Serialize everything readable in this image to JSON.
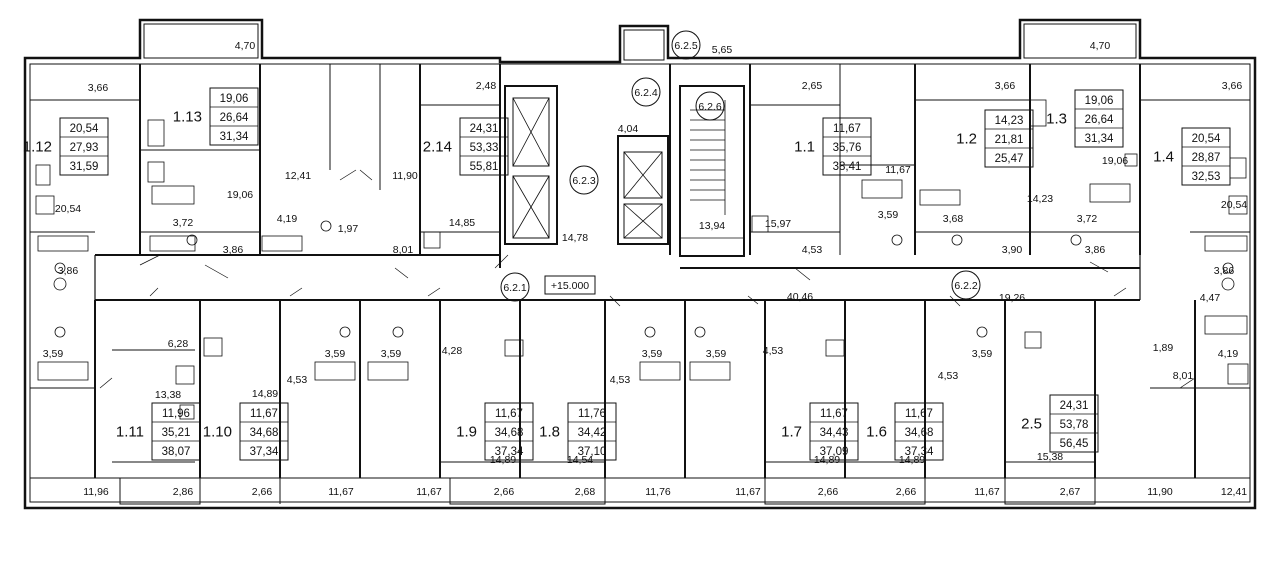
{
  "plan": {
    "level_mark": "+15.000",
    "stair_tags": [
      "6.2.5",
      "6.2.4",
      "6.2.6",
      "6.2.3",
      "6.2.1",
      "6.2.2"
    ],
    "apartments": [
      {
        "id": "1.12",
        "areas": [
          "20,54",
          "27,93",
          "31,59"
        ]
      },
      {
        "id": "1.13",
        "areas": [
          "19,06",
          "26,64",
          "31,34"
        ]
      },
      {
        "id": "2.14",
        "areas": [
          "24,31",
          "53,33",
          "55,81"
        ]
      },
      {
        "id": "1.1",
        "areas": [
          "11,67",
          "35,76",
          "38,41"
        ]
      },
      {
        "id": "1.2",
        "areas": [
          "14,23",
          "21,81",
          "25,47"
        ]
      },
      {
        "id": "1.3",
        "areas": [
          "19,06",
          "26,64",
          "31,34"
        ]
      },
      {
        "id": "1.4",
        "areas": [
          "20,54",
          "28,87",
          "32,53"
        ]
      },
      {
        "id": "1.11",
        "areas": [
          "11,96",
          "35,21",
          "38,07"
        ]
      },
      {
        "id": "1.10",
        "areas": [
          "11,67",
          "34,68",
          "37,34"
        ]
      },
      {
        "id": "1.9",
        "areas": [
          "11,67",
          "34,68",
          "37,34"
        ]
      },
      {
        "id": "1.8",
        "areas": [
          "11,76",
          "34,42",
          "37,10"
        ]
      },
      {
        "id": "1.7",
        "areas": [
          "11,67",
          "34,43",
          "37,09"
        ]
      },
      {
        "id": "1.6",
        "areas": [
          "11,67",
          "34,68",
          "37,34"
        ]
      },
      {
        "id": "2.5",
        "areas": [
          "24,31",
          "53,78",
          "56,45"
        ]
      }
    ],
    "room_labels": [
      "4,70",
      "5,65",
      "4,70",
      "3,66",
      "2,48",
      "2,65",
      "3,66",
      "3,66",
      "4,04",
      "12,41",
      "11,90",
      "11,67",
      "19,06",
      "19,06",
      "14,23",
      "20,54",
      "20,54",
      "4,19",
      "1,97",
      "3,72",
      "14,85",
      "14,78",
      "13,94",
      "15,97",
      "3,59",
      "3,68",
      "3,72",
      "3,86",
      "8,01",
      "4,53",
      "3,90",
      "3,86",
      "3,86",
      "3,86",
      "40,46",
      "19,26",
      "4,47",
      "6,28",
      "3,59",
      "3,59",
      "3,59",
      "3,59",
      "3,59",
      "3,59",
      "1,89",
      "4,19",
      "4,53",
      "4,28",
      "4,53",
      "4,53",
      "4,53",
      "8,01",
      "13,38",
      "14,89",
      "14,89",
      "14,54",
      "14,89",
      "14,89",
      "15,38",
      "11,96",
      "2,86",
      "2,66",
      "11,67",
      "11,67",
      "2,66",
      "2,68",
      "11,76",
      "11,67",
      "2,66",
      "2,66",
      "11,67",
      "2,67",
      "11,90",
      "12,41"
    ]
  }
}
